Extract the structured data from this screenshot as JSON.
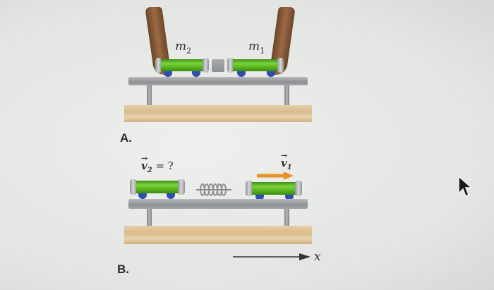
{
  "figure": {
    "panel_a": {
      "label": "A.",
      "cart_left_mass": "m",
      "cart_left_sub": "2",
      "cart_right_mass": "m",
      "cart_right_sub": "1"
    },
    "panel_b": {
      "label": "B.",
      "v2_symbol": "v",
      "v2_sub": "2",
      "v2_text": " = ?",
      "v1_symbol": "v",
      "v1_sub": "1",
      "axis_label": "x"
    },
    "colors": {
      "cart_green": "#5fbc21",
      "wheel_blue": "#2f4fb0",
      "arrow_orange": "#e8932a",
      "track_gray": "#9a9ea1",
      "floor_tan": "#dcc196"
    }
  },
  "cursor": {
    "icon": "mouse-pointer-icon"
  }
}
